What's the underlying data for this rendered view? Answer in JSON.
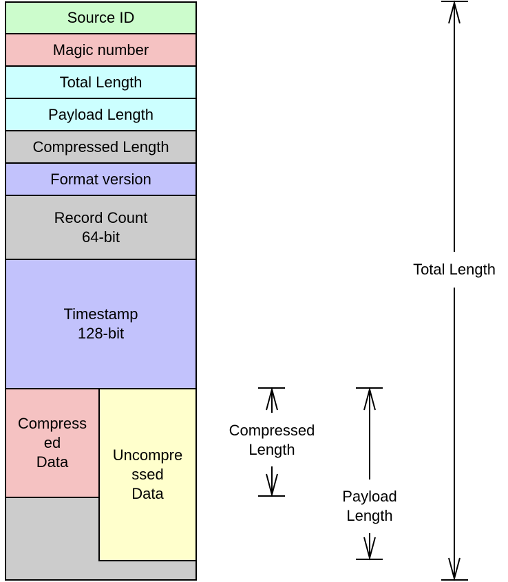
{
  "blocks": {
    "source_id": "Source ID",
    "magic_number": "Magic number",
    "total_length": "Total Length",
    "payload_length": "Payload Length",
    "compressed_length": "Compressed Length",
    "format_version": "Format version",
    "record_count": "Record Count\n64-bit",
    "timestamp": "Timestamp\n128-bit",
    "compressed_data": "Compress\ned\nData",
    "uncompressed_data": "Uncompre\nssed\nData"
  },
  "dimensions": {
    "compressed_length": "Compressed\nLength",
    "payload_length": "Payload\nLength",
    "total_length": "Total Length"
  },
  "colors": {
    "green": "#ccfccc",
    "red": "#f5c2c2",
    "cyan": "#ccffff",
    "gray": "#cccccc",
    "lavender": "#c2c2fc",
    "yellow": "#ffffcc"
  }
}
